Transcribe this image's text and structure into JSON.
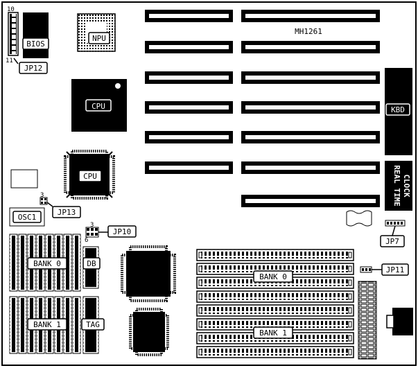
{
  "board": {
    "model": "MH1261",
    "labels": {
      "bios": "BIOS",
      "npu": "NPU",
      "cpu_main": "CPU",
      "cpu_alt": "CPU",
      "kbd": "KBD",
      "rtc_line1": "REAL TIME",
      "rtc_line2": "CLOCK",
      "osc": "OSC1",
      "bank0_left": "BANK 0",
      "bank1_left": "BANK 1",
      "db": "DB",
      "tag": "TAG",
      "bank0_right": "BANK 0",
      "bank1_right": "BANK 1"
    },
    "jumpers": {
      "jp12": "JP12",
      "jp13": "JP13",
      "jp10": "JP10",
      "jp7": "JP7",
      "jp11": "JP11"
    },
    "pin_numbers": {
      "bios_top": "10",
      "bios_bottom": "11",
      "jp13_pin": "3",
      "jp10_pin_top": "3",
      "jp10_pin_bottom": "6"
    }
  }
}
